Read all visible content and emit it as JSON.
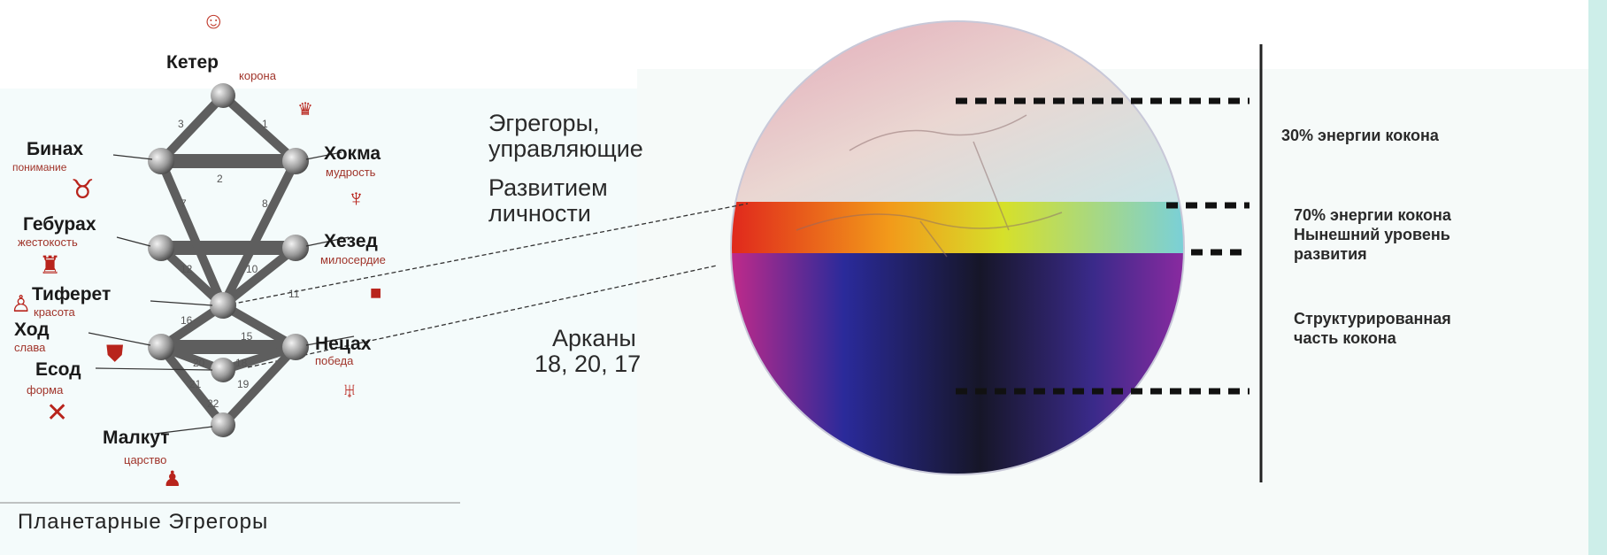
{
  "tree": {
    "keter": {
      "name": "Кетер",
      "sub": "корона"
    },
    "binah": {
      "name": "Бинах",
      "sub": "понимание"
    },
    "hokhma": {
      "name": "Хокма",
      "sub": "мудрость"
    },
    "geburah": {
      "name": "Гебурах",
      "sub": "жестокость"
    },
    "hesed": {
      "name": "Хезед",
      "sub": "милосердие"
    },
    "tiferet": {
      "name": "Тиферет",
      "sub": "красота"
    },
    "hod": {
      "name": "Ход",
      "sub": "слава"
    },
    "netzah": {
      "name": "Нецах",
      "sub": "победа"
    },
    "yesod": {
      "name": "Есод",
      "sub": "форма"
    },
    "malkut": {
      "name": "Малкут",
      "sub": "царство"
    },
    "path_numbers": [
      "3",
      "1",
      "2",
      "7",
      "8",
      "12",
      "10",
      "11",
      "16",
      "15",
      "20",
      "18",
      "21",
      "19",
      "22"
    ]
  },
  "middle": {
    "egregors_line1": "Эгрегоры,",
    "egregors_line2": "управляющие",
    "egregors_line3": "Развитием",
    "egregors_line4": "личности",
    "arcana_line1": "Арканы",
    "arcana_line2": "18, 20, 17"
  },
  "right": {
    "energy30": "30% энергии кокона",
    "energy70_line1": "70% энергии кокона",
    "energy70_line2": "Нынешний уровень",
    "energy70_line3": "развития",
    "structured_line1": "Структурированная",
    "structured_line2": "часть кокона"
  },
  "footer": "Планетарные Эгрегоры",
  "colors": {
    "accent_red": "#b8241c",
    "sphere_top": "#e8c6cc",
    "sphere_band": [
      "#e0281c",
      "#f29a1a",
      "#d6e02a",
      "#7ad0d8"
    ],
    "sphere_bottom": [
      "#2a2a9a",
      "#1a1a3a",
      "#3a1a6a",
      "#c02a8a"
    ]
  }
}
